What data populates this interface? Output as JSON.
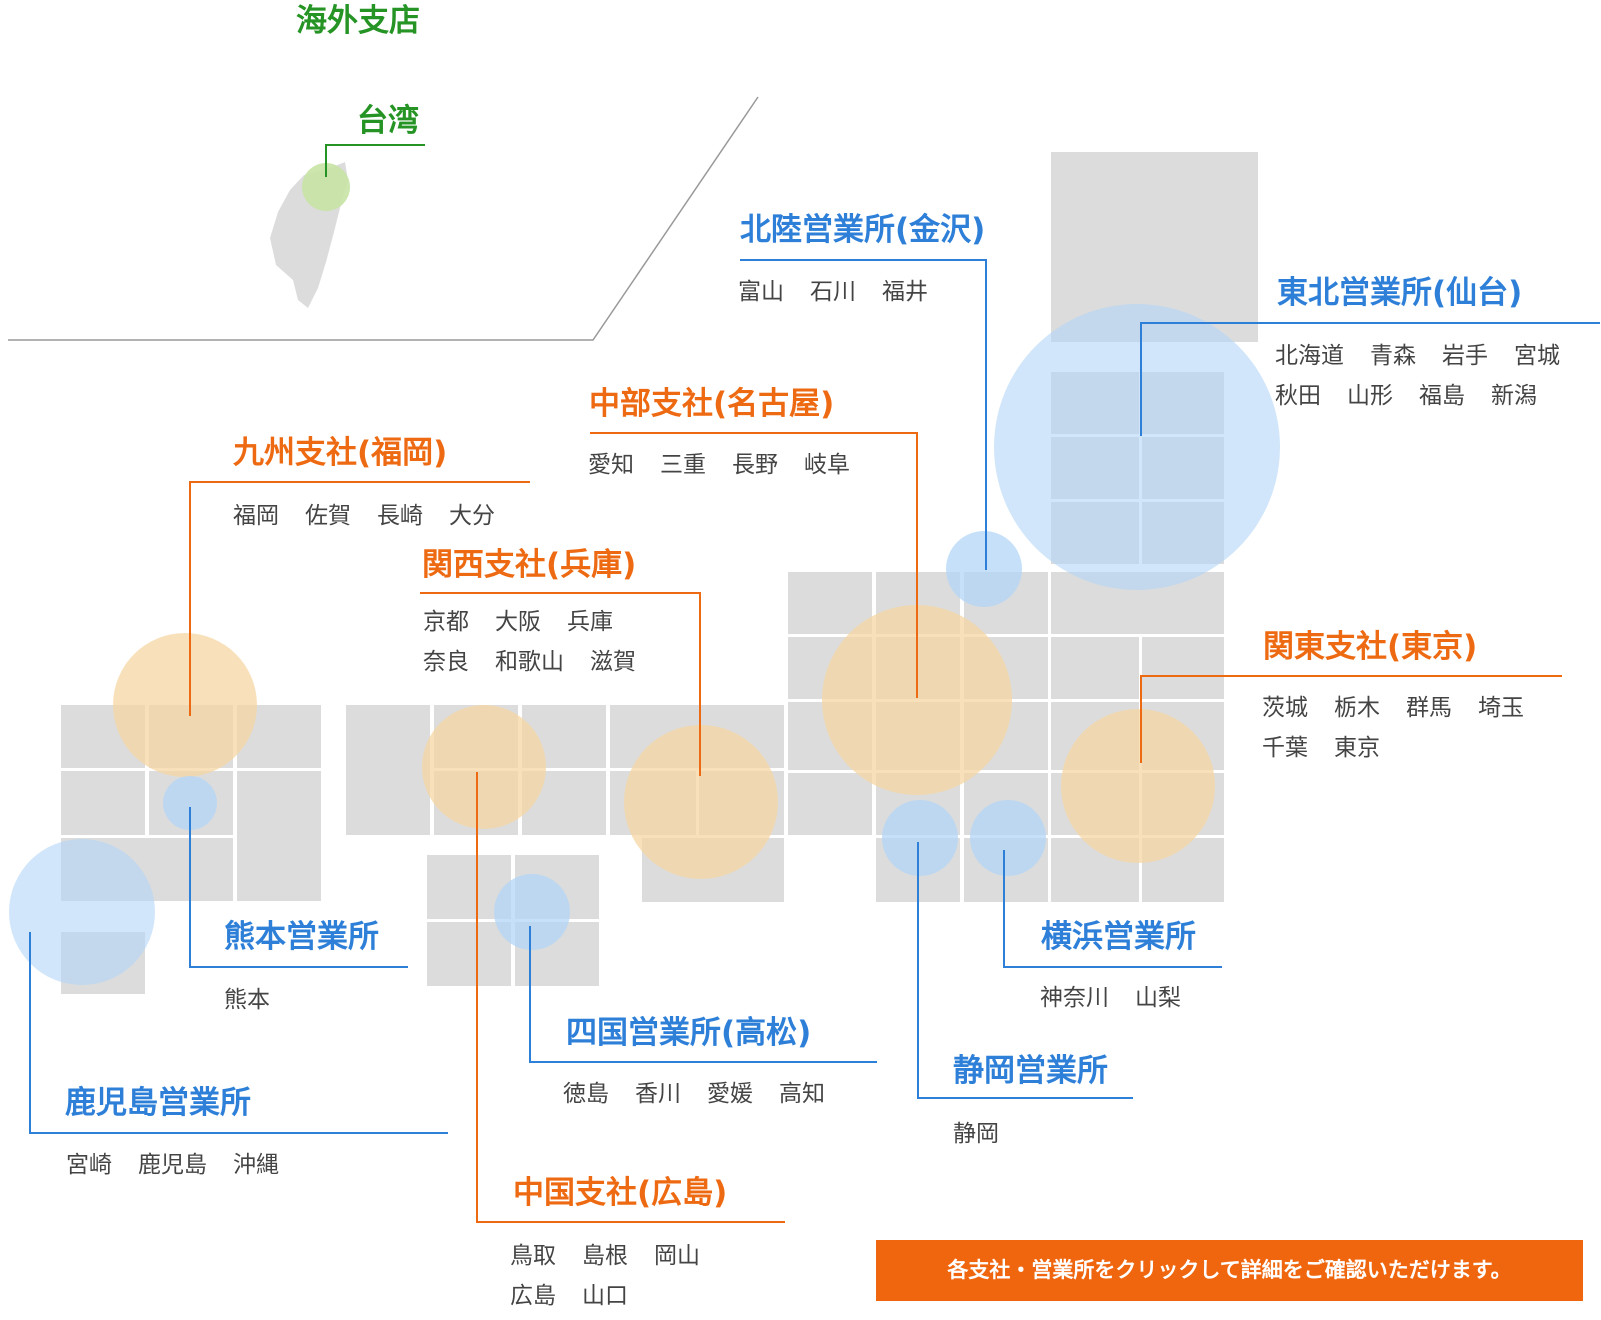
{
  "overseas": {
    "heading": "海外支店",
    "branch": "台湾"
  },
  "offices": {
    "hokuriku": {
      "name": "北陸営業所(金沢)",
      "prefectures": [
        "富山",
        "石川",
        "福井"
      ]
    },
    "tohoku": {
      "name": "東北営業所(仙台)",
      "prefectures": [
        "北海道",
        "青森",
        "岩手",
        "宮城",
        "秋田",
        "山形",
        "福島",
        "新潟"
      ]
    },
    "chubu": {
      "name": "中部支社(名古屋)",
      "prefectures": [
        "愛知",
        "三重",
        "長野",
        "岐阜"
      ]
    },
    "kyushu": {
      "name": "九州支社(福岡)",
      "prefectures": [
        "福岡",
        "佐賀",
        "長崎",
        "大分"
      ]
    },
    "kansai": {
      "name": "関西支社(兵庫)",
      "prefectures": [
        "京都",
        "大阪",
        "兵庫",
        "奈良",
        "和歌山",
        "滋賀"
      ]
    },
    "kanto": {
      "name": "関東支社(東京)",
      "prefectures": [
        "茨城",
        "栃木",
        "群馬",
        "埼玉",
        "千葉",
        "東京"
      ]
    },
    "kumamoto": {
      "name": "熊本営業所",
      "prefectures": [
        "熊本"
      ]
    },
    "yokohama": {
      "name": "横浜営業所",
      "prefectures": [
        "神奈川",
        "山梨"
      ]
    },
    "shikoku": {
      "name": "四国営業所(高松)",
      "prefectures": [
        "徳島",
        "香川",
        "愛媛",
        "高知"
      ]
    },
    "shizuoka": {
      "name": "静岡営業所",
      "prefectures": [
        "静岡"
      ]
    },
    "kagoshima": {
      "name": "鹿児島営業所",
      "prefectures": [
        "宮崎",
        "鹿児島",
        "沖縄"
      ]
    },
    "chugoku": {
      "name": "中国支社(広島)",
      "prefectures": [
        "鳥取",
        "島根",
        "岡山",
        "広島",
        "山口"
      ]
    }
  },
  "notice": "各支社・営業所をクリックして詳細をご確認いただけます。",
  "colors": {
    "branch": "#ee6a12",
    "office": "#2d7fd8",
    "overseas": "#259425",
    "tile": "#dcdcdc",
    "branch_circle": "#f5d7a3",
    "office_circle": "#b3d6f7"
  }
}
